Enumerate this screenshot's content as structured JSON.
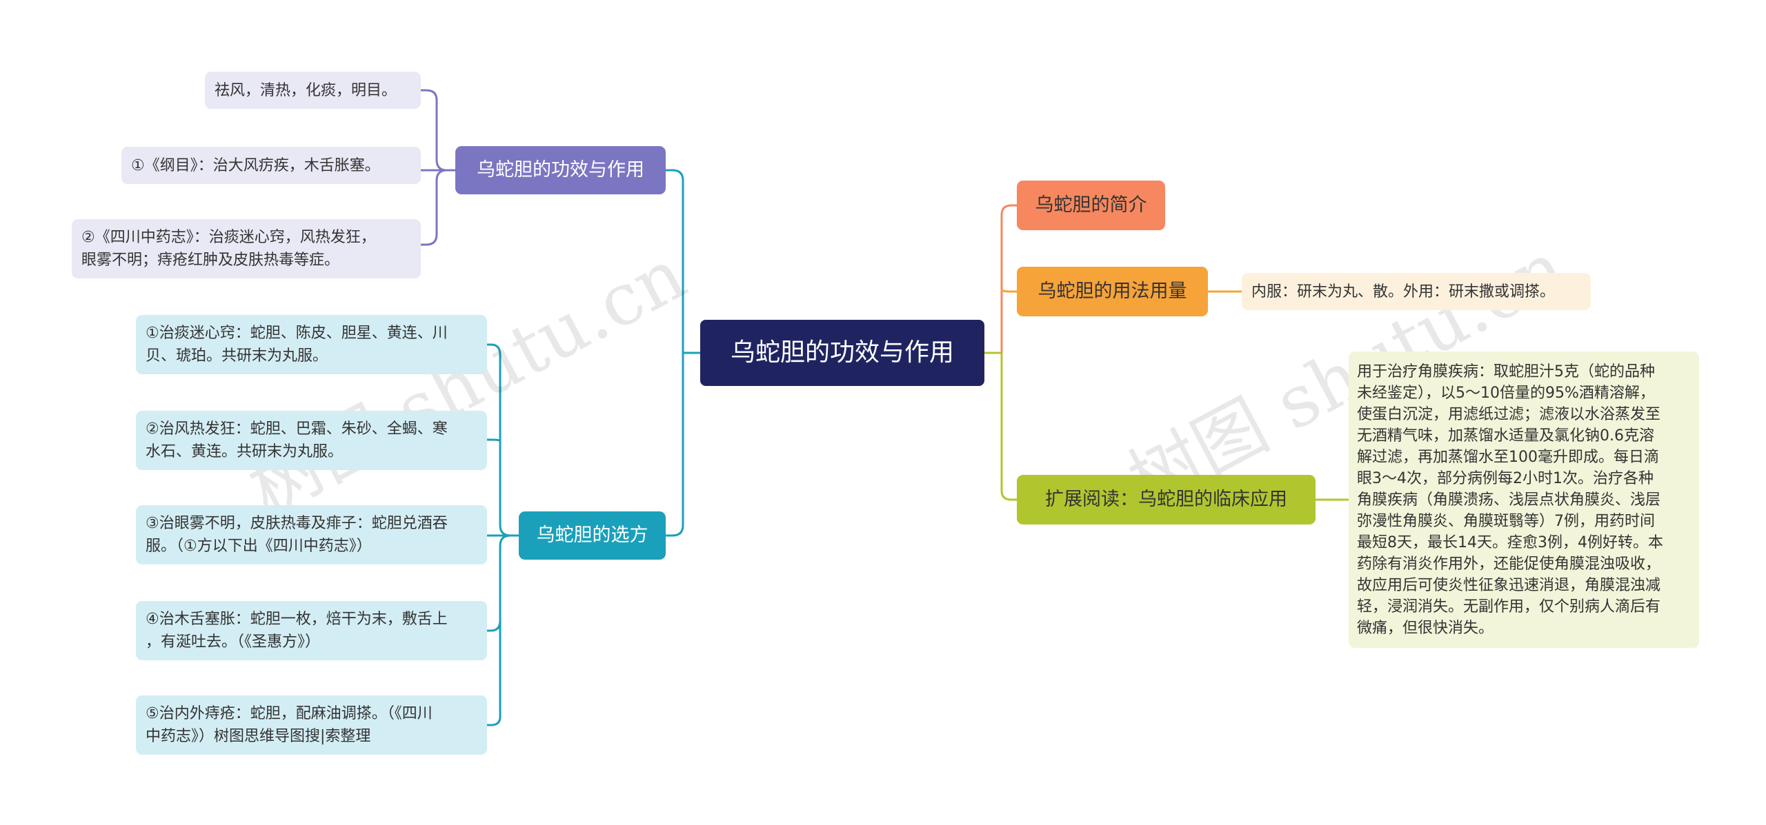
{
  "root": {
    "title": "乌蛇胆的功效与作用"
  },
  "branches": {
    "efficacy": {
      "label": "乌蛇胆的功效与作用",
      "color": "#7b76c1",
      "items": [
        {
          "lines": [
            "祛风，清热，化痰，明目。"
          ]
        },
        {
          "lines": [
            "①《纲目》：治大风疠疾，木舌胀塞。"
          ]
        },
        {
          "lines": [
            "②《四川中药志》：治痰迷心窍，风热发狂，",
            "眼雾不明；痔疮红肿及皮肤热毒等症。"
          ]
        }
      ]
    },
    "prescriptions": {
      "label": "乌蛇胆的选方",
      "color": "#1aa0bb",
      "items": [
        {
          "lines": [
            "①治痰迷心窍：蛇胆、陈皮、胆星、黄连、川",
            "贝、琥珀。共研末为丸服。"
          ]
        },
        {
          "lines": [
            "②治风热发狂：蛇胆、巴霜、朱砂、全蝎、寒",
            "水石、黄连。共研末为丸服。"
          ]
        },
        {
          "lines": [
            "③治眼雾不明，皮肤热毒及痱子：蛇胆兑酒吞",
            "服。（①方以下出《四川中药志》）"
          ]
        },
        {
          "lines": [
            "④治木舌塞胀：蛇胆一枚，焙干为末，敷舌上",
            "，有涎吐去。（《圣惠方》）"
          ]
        },
        {
          "lines": [
            "⑤治内外痔疮：蛇胆，配麻油调搽。（《四川",
            "中药志》）树图思维导图搜|索整理"
          ]
        }
      ]
    },
    "intro": {
      "label": "乌蛇胆的简介",
      "color": "#f6875e"
    },
    "usage": {
      "label": "乌蛇胆的用法用量",
      "color": "#f6a33a",
      "items": [
        {
          "lines": [
            "内服：研末为丸、散。外用：研末撒或调搽。"
          ]
        }
      ]
    },
    "clinical": {
      "label": "扩展阅读：乌蛇胆的临床应用",
      "color": "#b1c62e",
      "items": [
        {
          "lines": [
            "用于治疗角膜疾病：取蛇胆汁5克（蛇的品种",
            "未经鉴定），以5～10倍量的95%酒精溶解，",
            "使蛋白沉淀，用滤纸过滤；滤液以水浴蒸发至",
            "无酒精气味，加蒸馏水适量及氯化钠0.6克溶",
            "解过滤，再加蒸馏水至100毫升即成。每日滴",
            "眼3～4次，部分病例每2小时1次。治疗各种",
            "角膜疾病（角膜溃疡、浅层点状角膜炎、浅层",
            "弥漫性角膜炎、角膜斑翳等）7例，用药时间",
            "最短8天，最长14天。痊愈3例，4例好转。本",
            "药除有消炎作用外，还能促使角膜混浊吸收，",
            "故应用后可使炎性征象迅速消退，角膜混浊减",
            "轻，浸润消失。无副作用，仅个别病人滴后有",
            "微痛，但很快消失。"
          ]
        }
      ]
    }
  },
  "watermark": [
    "树图 shutu.cn",
    "树图 shutu.cn"
  ]
}
